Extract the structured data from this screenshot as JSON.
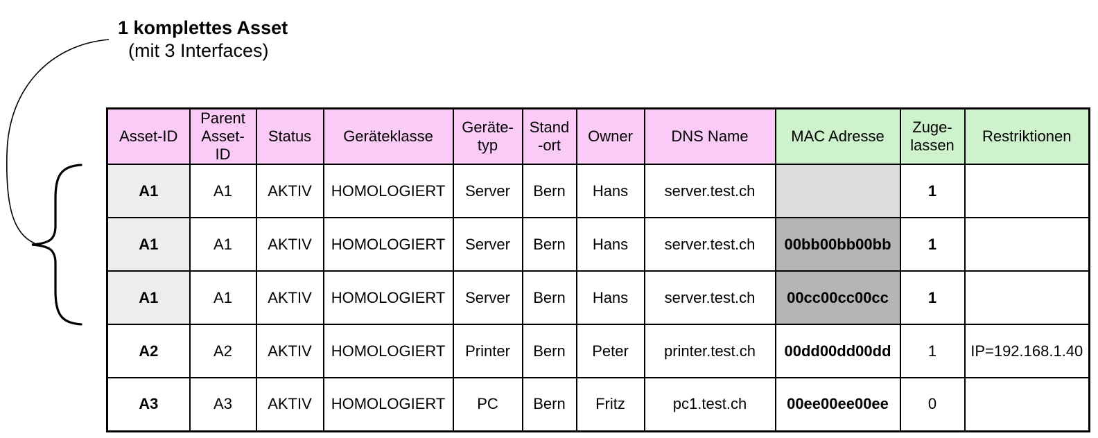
{
  "annotation": {
    "title": "1 komplettes Asset",
    "subtitle": "(mit 3 Interfaces)"
  },
  "table": {
    "headers": [
      {
        "label": "Asset-ID"
      },
      {
        "label": "Parent\nAsset-\nID"
      },
      {
        "label": "Status"
      },
      {
        "label": "Geräteklasse"
      },
      {
        "label": "Geräte-\ntyp"
      },
      {
        "label": "Stand\n-ort"
      },
      {
        "label": "Owner"
      },
      {
        "label": "DNS Name"
      },
      {
        "label": "MAC Adresse"
      },
      {
        "label": "Zuge-\nlassen"
      },
      {
        "label": "Restriktionen"
      }
    ],
    "rows": [
      {
        "cells": [
          "A1",
          "A1",
          "AKTIV",
          "HOMOLOGIERT",
          "Server",
          "Bern",
          "Hans",
          "server.test.ch",
          "",
          "1",
          ""
        ]
      },
      {
        "cells": [
          "A1",
          "A1",
          "AKTIV",
          "HOMOLOGIERT",
          "Server",
          "Bern",
          "Hans",
          "server.test.ch",
          "00bb00bb00bb",
          "1",
          ""
        ]
      },
      {
        "cells": [
          "A1",
          "A1",
          "AKTIV",
          "HOMOLOGIERT",
          "Server",
          "Bern",
          "Hans",
          "server.test.ch",
          "00cc00cc00cc",
          "1",
          ""
        ]
      },
      {
        "cells": [
          "A2",
          "A2",
          "AKTIV",
          "HOMOLOGIERT",
          "Printer",
          "Bern",
          "Peter",
          "printer.test.ch",
          "00dd00dd00dd",
          "1",
          "IP=192.168.1.40"
        ]
      },
      {
        "cells": [
          "A3",
          "A3",
          "AKTIV",
          "HOMOLOGIERT",
          "PC",
          "Bern",
          "Fritz",
          "pc1.test.ch",
          "00ee00ee00ee",
          "0",
          ""
        ]
      }
    ]
  },
  "colors": {
    "header_pink": "#facbf7",
    "header_green": "#cdf2cc",
    "asset_id_gray": "#ededed",
    "mac_empty_gray": "#dcdcdc",
    "mac_filled_gray": "#b5b5b5",
    "border": "#000000"
  }
}
